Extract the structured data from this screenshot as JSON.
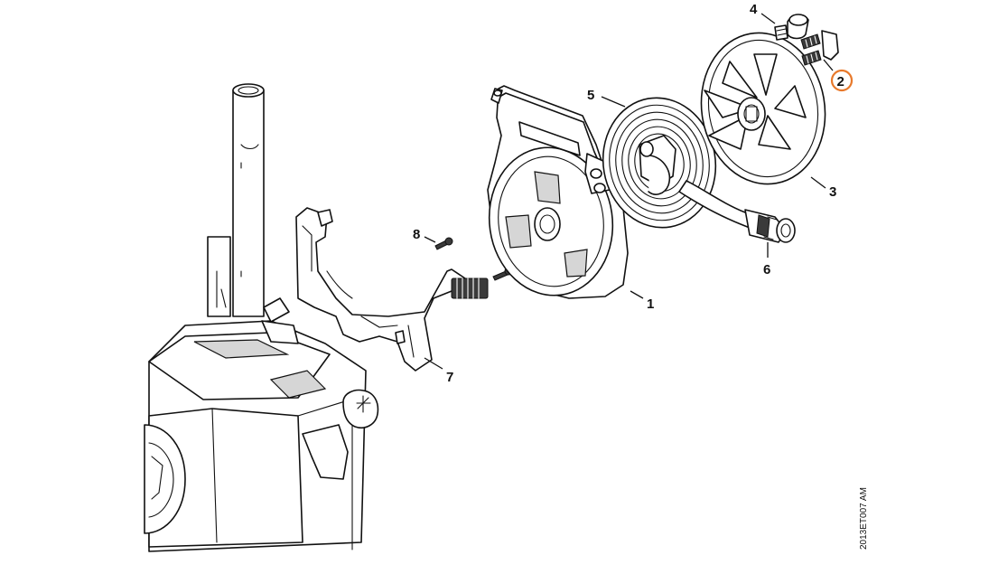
{
  "diagram": {
    "callouts": [
      {
        "key": "c1",
        "label": "1"
      },
      {
        "key": "c2",
        "label": "2",
        "highlighted": true
      },
      {
        "key": "c3",
        "label": "3"
      },
      {
        "key": "c4",
        "label": "4"
      },
      {
        "key": "c5",
        "label": "5"
      },
      {
        "key": "c6",
        "label": "6"
      },
      {
        "key": "c7",
        "label": "7"
      },
      {
        "key": "c8",
        "label": "8"
      }
    ],
    "drawing_code": "2013ET007 AM",
    "colors": {
      "line": "#111111",
      "highlight": "#e8792b",
      "background": "#ffffff"
    }
  }
}
